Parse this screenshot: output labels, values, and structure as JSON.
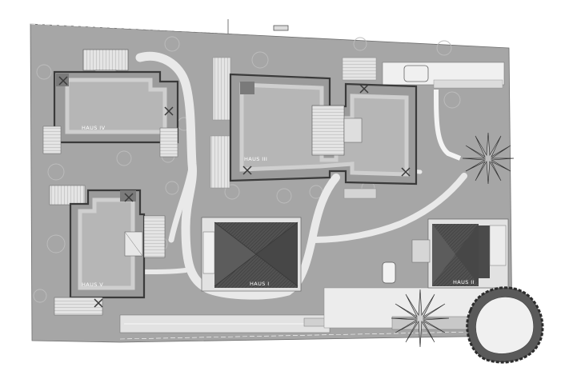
{
  "labels": {
    "haus_4": "HAUS IV",
    "haus_3": "HAUS III",
    "haus_5": "HAUS V",
    "haus_1": "HAUS I",
    "haus_2": "HAUS II"
  },
  "colors": {
    "site": "#a7a7a7",
    "building_fill": "#9a9a9a",
    "building_frame": "#c9c9c9",
    "building_wall": "#3d3d3d",
    "path": "#e8e8e8",
    "roof_dark": "#4e4e4e",
    "terrace": "#d4d4d4"
  }
}
